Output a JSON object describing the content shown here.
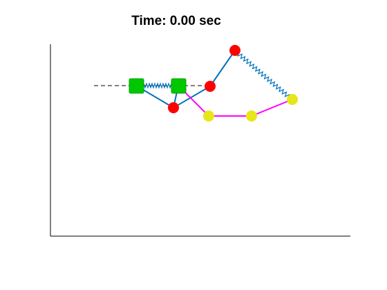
{
  "figure": {
    "title": "Time: 0.00 sec"
  },
  "colors": {
    "background": "#ffffff",
    "axes": "#000000",
    "link": "#0072bd",
    "spring": "#0072bd",
    "magenta_link": "#ff00ff",
    "green_block": "#00c800",
    "green_block_edge": "#00a000",
    "red_joint": "#ff0000",
    "yellow_joint": "#e6e619",
    "dashed_line": "#000000"
  },
  "mechanism": {
    "green_blocks": [
      {
        "id": "block-left"
      },
      {
        "id": "block-right"
      }
    ],
    "red_joints": [
      {
        "id": "joint-lower-left"
      },
      {
        "id": "joint-middle"
      },
      {
        "id": "joint-top"
      }
    ],
    "yellow_joints": [
      {
        "id": "joint-yellow-left"
      },
      {
        "id": "joint-yellow-middle"
      },
      {
        "id": "joint-yellow-right"
      }
    ],
    "springs": [
      {
        "id": "spring-between-blocks"
      },
      {
        "id": "spring-top-to-right"
      }
    ]
  }
}
